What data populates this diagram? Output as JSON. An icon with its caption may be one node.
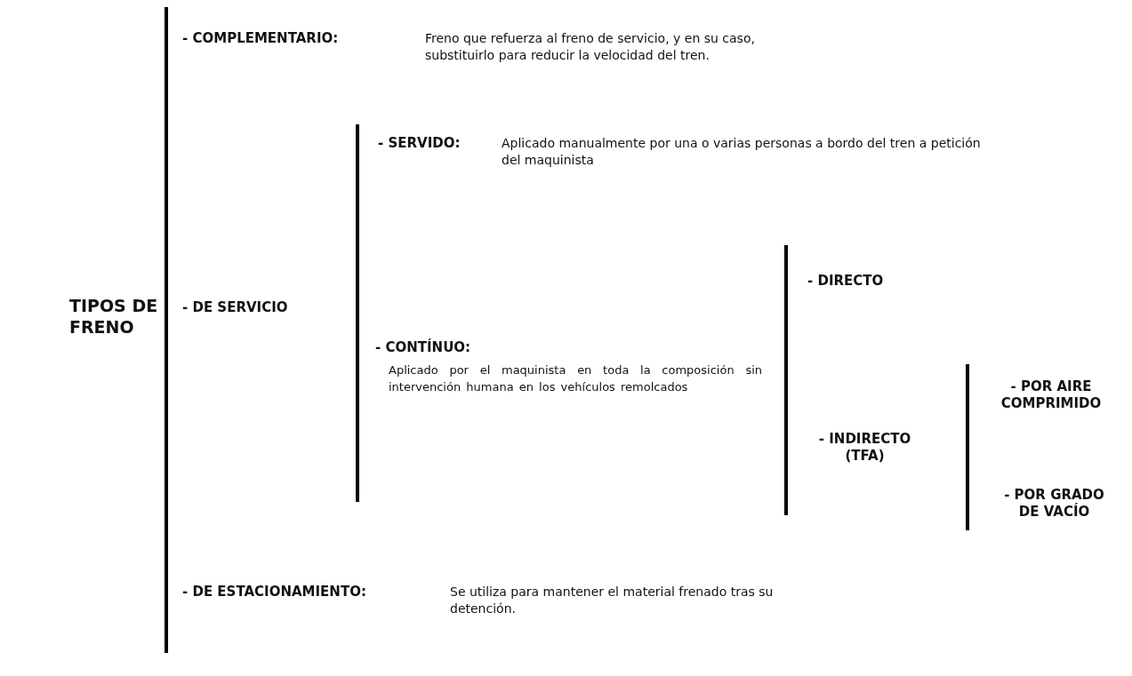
{
  "diagram": {
    "labels": [
      "TIPOS DE FRENO",
      "- COMPLEMENTARIO:",
      "Freno que refuerza al freno de servicio, y en su caso, substituirlo para reducir la velocidad del tren.",
      "- **SERVIDO**:",
      "Aplicado manualmente por una o varias personas a bordo del tren a petición del maquinista",
      "- DE SERVICIO",
      "- DIRECTO",
      "- CONTÍNUO:",
      "Aplicado por el maquinista en toda la composición sin intervención humana en los vehículos remolcados",
      "- POR AIRE COMPRIMIDO",
      "- INDIRECTO (TFA)",
      "- POR GRADO DE VACÍO",
      "- **DE ESTACIONAMIENTO**:",
      "Se utiliza para mantener el material frenado tras su detención."
    ]
  }
}
